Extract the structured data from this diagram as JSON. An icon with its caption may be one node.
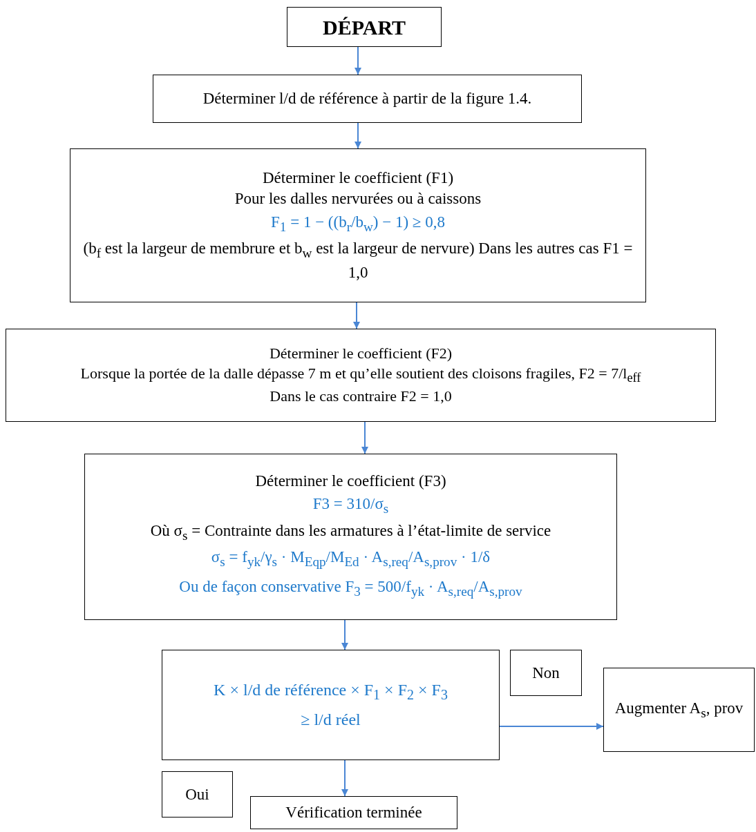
{
  "diagram": {
    "nodes": [
      {
        "text": [
          "DÉPART"
        ]
      },
      {
        "text": [
          "Déterminer l/d de référence à partir de la figure 1.4."
        ]
      },
      {
        "text": [
          "Déterminer le coefficient (F1)",
          "Pour les dalles nervurées ou à caissons",
          "F$_{1}$ = 1 − ((b$_{r}$/b$_{w}$) − 1) ≥ 0,8",
          "(b$_{f}$ est la largeur de membrure et b$_{w}$ est la largeur de nervure) Dans les autres cas F1 = 1,0"
        ]
      },
      {
        "text": [
          "Déterminer le coefficient (F2)",
          "Lorsque la portée de la dalle dépasse 7 m et qu’elle soutient des cloisons fragiles, F2 = 7/l$_{eff}$",
          "Dans le cas contraire F2 = 1,0"
        ]
      },
      {
        "text": [
          "Déterminer le coefficient (F3)",
          "F3 = 310/σ$_{s}$",
          "Où σ$_{s}$ = Contrainte dans les armatures à l’état-limite de service",
          "σ$_{s}$ = f$_{yk}$/γ$_{s}$ · M$_{Eqp}$/M$_{Ed}$ · A$_{s,req}$/A$_{s,prov}$ · 1/δ",
          "Ou de façon conservative F$_{3}$ = 500/f$_{yk}$ · A$_{s,req}$/A$_{s,prov}$"
        ]
      },
      {
        "text": [
          "K × l/d de référence × F$_{1}$ × F$_{2}$ × F$_{3}$",
          "≥ l/d réel"
        ]
      },
      {
        "text": [
          "Non"
        ]
      },
      {
        "text": [
          "Augmenter A$_{s}$, prov"
        ]
      },
      {
        "text": [
          "Oui"
        ]
      },
      {
        "text": [
          "Vérification terminée"
        ]
      }
    ],
    "edges": [
      {
        "from": 0,
        "to": 1,
        "arrow": "to"
      },
      {
        "from": 1,
        "to": 2,
        "arrow": "to"
      },
      {
        "from": 2,
        "to": 3,
        "arrow": "to"
      },
      {
        "from": 3,
        "to": 4,
        "arrow": "to"
      },
      {
        "from": 4,
        "to": 5,
        "arrow": "to"
      },
      {
        "from": 5,
        "to": 7,
        "arrow": "to"
      },
      {
        "from": 5,
        "to": 9,
        "arrow": "to"
      }
    ]
  }
}
